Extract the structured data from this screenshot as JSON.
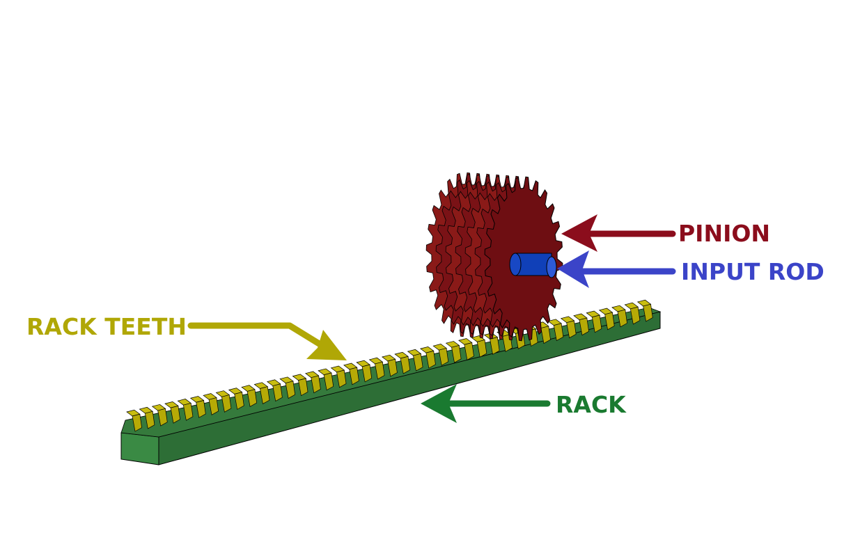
{
  "colors": {
    "background": "#ffffff",
    "pinion": "#8b0d1c",
    "pinion_face": "#6e0e12",
    "pinion_teeth": "#8a1a18",
    "input_rod": "#3b44c8",
    "rod_body": "#1040b8",
    "rack": "#1a7a30",
    "rack_body": "#2d6e36",
    "rack_teeth": "#b6aa06",
    "rack_teeth_label": "#b0a706"
  },
  "labels": {
    "pinion": "PINION",
    "input_rod": "INPUT ROD",
    "rack_teeth": "RACK TEETH",
    "rack": "RACK"
  },
  "components": [
    {
      "name": "pinion",
      "type": "spur gear",
      "arrow": "left-pointing arrow to gear"
    },
    {
      "name": "input_rod",
      "type": "shaft",
      "arrow": "left-pointing arrow to shaft"
    },
    {
      "name": "rack_teeth",
      "type": "gear teeth",
      "arrow": "bent arrow pointing down-right"
    },
    {
      "name": "rack",
      "type": "linear gear bar",
      "arrow": "left-pointing arrow to bar"
    }
  ]
}
